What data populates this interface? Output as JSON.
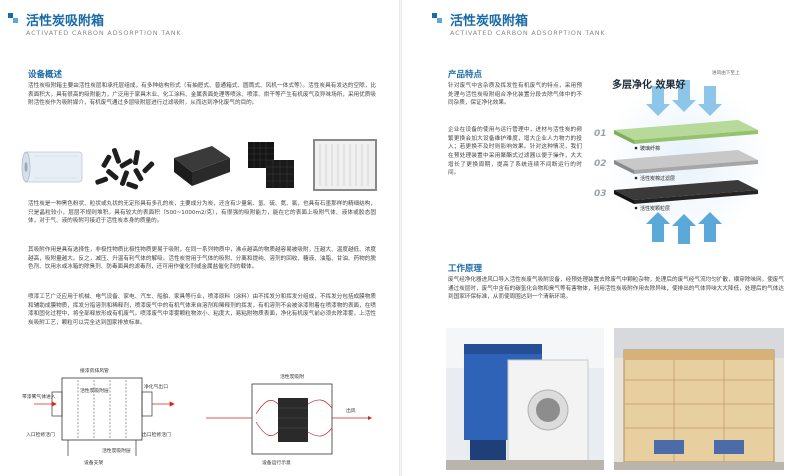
{
  "left": {
    "header": {
      "title": "活性炭吸附箱",
      "subtitle": "ACTIVATED CARBON ADSORPTION TANK"
    },
    "overview": {
      "title": "设备概述",
      "p1": "活性炭吸附箱主要由活性炭层和承托层组成，有多种结构形式（有抽屉式、普通箱式、圆筒式、风机一体式等）。活性炭具有发达的空隙，比表面积大，具有很高的吸附能力，广泛用于家具木业、化工涂料、金属表面处理等喷涂、喷漆、烘干等产生有机废气及异味场所，采用优质吸附活性炭作为吸附媒介，有机废气通过多层吸附层进行过滤吸附，从而达到净化废气的目的。",
      "p2": "活性炭是一种黑色粉状、粒状或丸状的无定形具有多孔的炭，主要成分为炭，还含有少量氧、氢、硫、氮、氯，也具有石墨那样的精细结构，只是晶粒较小，层层不规则堆积。具有较大的表面积（500~1000m2/克），有很强的吸附能力，能在它的表面上吸附气体、液体或胶态固体，对于气、液的吸附可接近于活性炭本身的质量的。",
      "p3": "其吸附作用是具有选择性，非极性物质比极性物质更易于吸附，在同一系列物质中，沸点越高的物质越容易被吸附，压越大、温度越低、浓度越高，吸附量越大。反之，减压、升温有利气体的解吸。活性炭常用于气体的吸附、分离和提纯、溶剂的回收、糖液、油脂、甘油、药物的脱色剂、饮用水或冰箱的除臭剂、防毒面具的滤毒剂，还可用作催化剂或金属盐催化剂的载体。",
      "p4": "喷漆工艺广泛应用于机械、电气设备、家电、汽车、船舶、家具等行业，喷漆原料（涂料）由不挥发分和挥发分组成，不挥发分包括成膜物质和辅助成膜物质，挥发分指溶剂和稀释剂，喷漆废气中的有机气体来自溶剂和稀释剂的挥发，有机溶剂不会被涂漆附着在喷漆物的表面，在喷漆和固化过程中，将全部释放形成有机废气。喷漆废气中漆雾颗粒物浓小、粘度大，易粘附物质表面，净化有机废气前必须去除漆雾，上活性炭吸附工艺，颗粒可以完全达到国家排放标准。"
    },
    "diagram1": {
      "labels": [
        "接漆房排风管",
        "净化气出口",
        "带漆雾气体进入",
        "活性炭吸附层",
        "入口检修活门",
        "出口检修活门",
        "设备支架",
        "活性炭吸附层"
      ]
    },
    "diagram2": {
      "labels": [
        "活性炭吸附",
        "设备运行示意",
        "出风"
      ]
    }
  },
  "right": {
    "header": {
      "title": "活性炭吸附箱",
      "subtitle": "ACTIVATED CARBON ADSORPTION TANK"
    },
    "features": {
      "title": "产品特点",
      "p1": "针对废气中含杂质及挥发性有机废气的特点，采用预处理与活性炭吸附组合净化装置分段去除气体中的不同杂质，保证净化效果。",
      "p2": "企业在设备的使用与运行管理中，进材与活性炭的频繁更换会加大设备维护难度，增大企业人力物力的投入；若更换不及时则影响效果。针对这种情况，我们在预处理装置中采用聚酯式过滤器以便于操作，大大增长了更换周期，提高了系统连续不间断运行的时间。"
    },
    "layers": {
      "title": "多层净化 效果好",
      "numbers": [
        "01",
        "02",
        "03"
      ],
      "labels": [
        "玻璃纤棉",
        "活性炭棉过滤层",
        "活性炭颗粒层"
      ],
      "note": "进风由下至上"
    },
    "principle": {
      "title": "工作原理",
      "p1": "废气经净化器进风口导入活性炭废气吸附设备，经预处理装置去除废气中颗粒杂物，处理后的废气经气流均匀扩散，横穿除味网，使废气通过炭层时，废气中含有的碳氢化合物和臭气等有害物体，利用活性炭吸附作用去除异味，使排出的气体异味大大降低，处理后的气体达到国家环保标准，从而使周围达到一个清新环境。"
    }
  }
}
